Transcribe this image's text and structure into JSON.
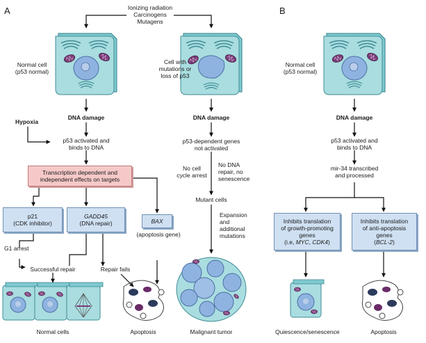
{
  "panels": {
    "a": "A",
    "b": "B"
  },
  "top_causes": {
    "line1": "Ionizing radiation",
    "line2": "Carcinogens",
    "line3": "Mutagens"
  },
  "a": {
    "normal_cell": {
      "line1": "Normal cell",
      "line2": "(p53 normal)"
    },
    "mutant_cell": {
      "line1": "Cell with",
      "line2": "mutations or",
      "line3": "loss of p53"
    },
    "dna_damage_left": "DNA damage",
    "dna_damage_right": "DNA damage",
    "hypoxia": "Hypoxia",
    "p53_activated": {
      "line1": "p53 activated and",
      "line2": "binds to DNA"
    },
    "p53_not_activated": {
      "line1": "p53-dependent genes",
      "line2": "not activated"
    },
    "transcription_box": {
      "line1": "Transcription dependent and",
      "line2": "independent effects on targets"
    },
    "no_cycle_arrest": {
      "line1": "No cell",
      "line2": "cycle arrest"
    },
    "no_repair": {
      "line1": "No DNA",
      "line2": "repair, no",
      "line3": "senescence"
    },
    "p21_box": {
      "line1": "p21",
      "line2": "(CDK inhibitor)"
    },
    "gadd45_box": {
      "line1": "GADD45",
      "line2": "(DNA repair)"
    },
    "bax_box": "BAX",
    "bax_desc": "(apoptosis gene)",
    "g1_arrest": "G1 arrest",
    "mutant_cells": "Mutant cells",
    "expansion": {
      "line1": "Expansion",
      "line2": "and",
      "line3": "additional",
      "line4": "mutations"
    },
    "successful_repair": "Successful repair",
    "repair_fails": "Repair fails",
    "normal_cells": "Normal cells",
    "apoptosis": "Apoptosis",
    "malignant_tumor": "Malignant tumor"
  },
  "b": {
    "normal_cell": {
      "line1": "Normal cell",
      "line2": "(p53 normal)"
    },
    "dna_damage": "DNA damage",
    "p53_activated": {
      "line1": "p53 activated and",
      "line2": "binds to DNA"
    },
    "mir34": {
      "line1": "mir-34 transcribed",
      "line2": "and processed"
    },
    "growth_box": {
      "line1": "Inhibits translation",
      "line2": "of growth-promoting",
      "line3": "genes",
      "line4a": "(i.e, ",
      "line4b": "MYC",
      "line4c": ", ",
      "line4d": "CDK4",
      "line4e": ")"
    },
    "antiapop_box": {
      "line1": "Inhibits translation",
      "line2": "of anti-apoptosis",
      "line3": "genes",
      "line4a": "(",
      "line4b": "BCL-2",
      "line4c": ")"
    },
    "quiescence": "Quiescence/senescence",
    "apoptosis": "Apoptosis"
  },
  "colors": {
    "cell_fill": "#a9dde0",
    "cell_edge": "#3f8c94",
    "nucleus": "#8fb3e0",
    "organelle": "#7a3b78",
    "box_blue": "#cfe0f2",
    "box_pink": "#f6c9c9"
  }
}
